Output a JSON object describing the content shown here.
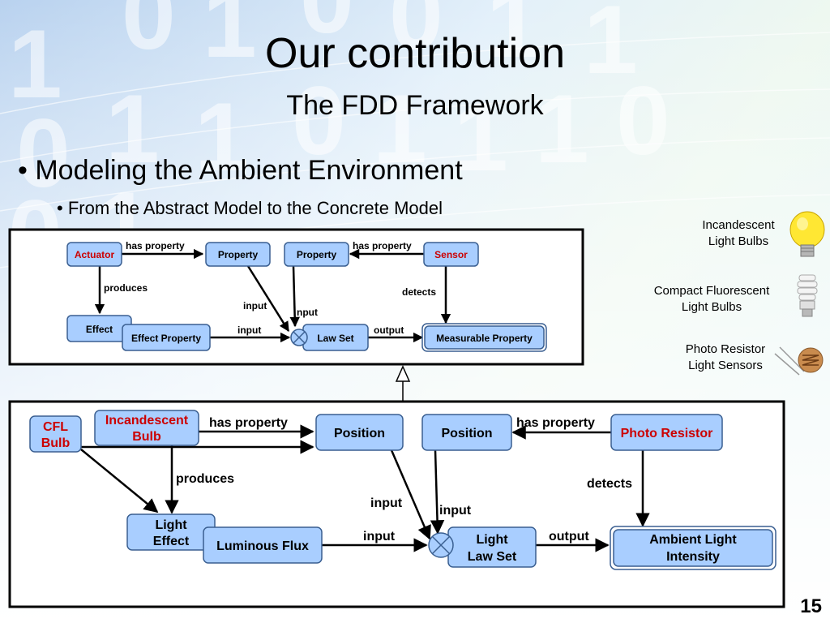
{
  "slide": {
    "title": "Our contribution",
    "subtitle": "The FDD Framework",
    "bullet_main": "• Modeling the Ambient Environment",
    "bullet_sub": "• From the Abstract Model to the Concrete Model",
    "page_number": "15",
    "background_digits": [
      "1",
      "0",
      "1",
      "0",
      "0",
      "1",
      "1",
      "0",
      "1",
      "1",
      "0",
      "1",
      "1",
      "1",
      "0",
      "0",
      "1"
    ]
  },
  "legend": {
    "incandescent": [
      "Incandescent",
      "Light Bulbs"
    ],
    "cfl": [
      "Compact Fluorescent",
      "Light Bulbs"
    ],
    "photoresistor": [
      "Photo Resistor",
      "Light Sensors"
    ]
  },
  "abstract_model": {
    "actuator": "Actuator",
    "property_left": "Property",
    "property_right": "Property",
    "sensor": "Sensor",
    "effect": "Effect",
    "effect_property": "Effect Property",
    "law_set": "Law Set",
    "measurable_property": "Measurable Property",
    "edge_has_property_left": "has property",
    "edge_has_property_right": "has property",
    "edge_produces": "produces",
    "edge_detects": "detects",
    "edge_input_top": "input",
    "edge_input_mid": "nput",
    "edge_input_left": "input",
    "edge_output": "output"
  },
  "concrete_model": {
    "cfl_bulb": [
      "CFL",
      "Bulb"
    ],
    "incandescent_bulb": [
      "Incandescent",
      "Bulb"
    ],
    "position_left": "Position",
    "position_right": "Position",
    "photo_resistor": "Photo Resistor",
    "light_effect": [
      "Light",
      "Effect"
    ],
    "luminous_flux": "Luminous Flux",
    "light_law_set": [
      "Light",
      "Law Set"
    ],
    "ambient_light_intensity": [
      "Ambient Light",
      "Intensity"
    ],
    "edge_has_property_left": "has property",
    "edge_has_property_right": "has property",
    "edge_produces": "produces",
    "edge_detects": "detects",
    "edge_input_top": "input",
    "edge_input_mid": "input",
    "edge_input_left": "input",
    "edge_output": "output"
  },
  "colors": {
    "node_fill": "#a9ceff",
    "node_stroke": "#3a5f91",
    "highlight_text": "#cc0000",
    "frame": "#000000"
  }
}
